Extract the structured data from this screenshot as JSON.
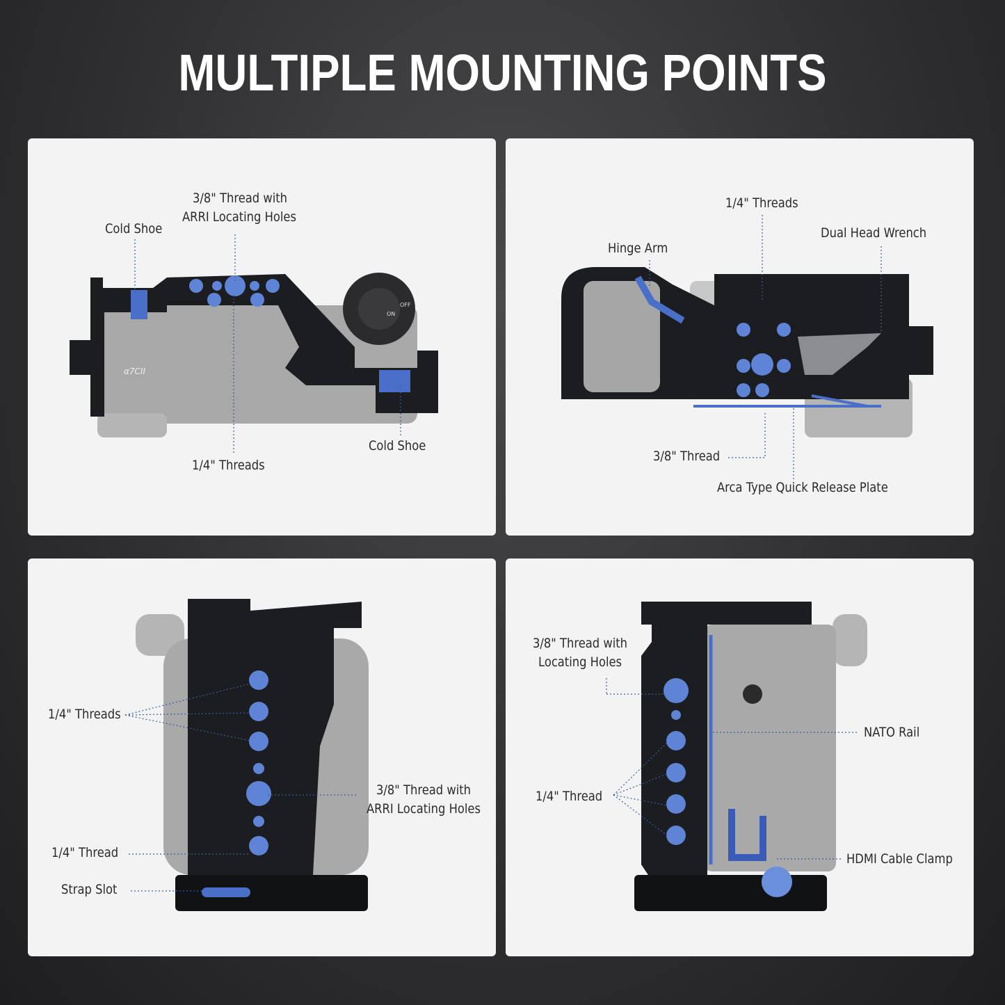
{
  "title": "MULTIPLE MOUNTING POINTS",
  "colors": {
    "accent": "#4a6fc9",
    "cage": "#1c1d20",
    "camera": "#a9a9a9",
    "panel": "#f3f3f3"
  },
  "panel_top_left": {
    "camera_model": "α7CII",
    "labels": {
      "cold_shoe_left": "Cold Shoe",
      "thread_38_l1": "3/8\" Thread with",
      "thread_38_l2": "ARRI Locating Holes",
      "threads_14": "1/4\" Threads",
      "cold_shoe_right": "Cold Shoe"
    },
    "dial_labels": {
      "off": "OFF",
      "on": "ON"
    }
  },
  "panel_top_right": {
    "labels": {
      "threads_14": "1/4\" Threads",
      "hinge_arm": "Hinge Arm",
      "dual_head_wrench": "Dual Head Wrench",
      "thread_38": "3/8\" Thread",
      "arca_plate": "Arca Type Quick Release Plate"
    }
  },
  "panel_bottom_left": {
    "labels": {
      "threads_14": "1/4\" Threads",
      "thread_38_l1": "3/8\" Thread with",
      "thread_38_l2": "ARRI Locating Holes",
      "thread_14": "1/4\" Thread",
      "strap_slot": "Strap Slot"
    }
  },
  "panel_bottom_right": {
    "labels": {
      "thread_38_l1": "3/8\" Thread with",
      "thread_38_l2": "Locating Holes",
      "nato_rail": "NATO Rail",
      "thread_14": "1/4\" Thread",
      "hdmi_clamp": "HDMI Cable Clamp"
    }
  }
}
